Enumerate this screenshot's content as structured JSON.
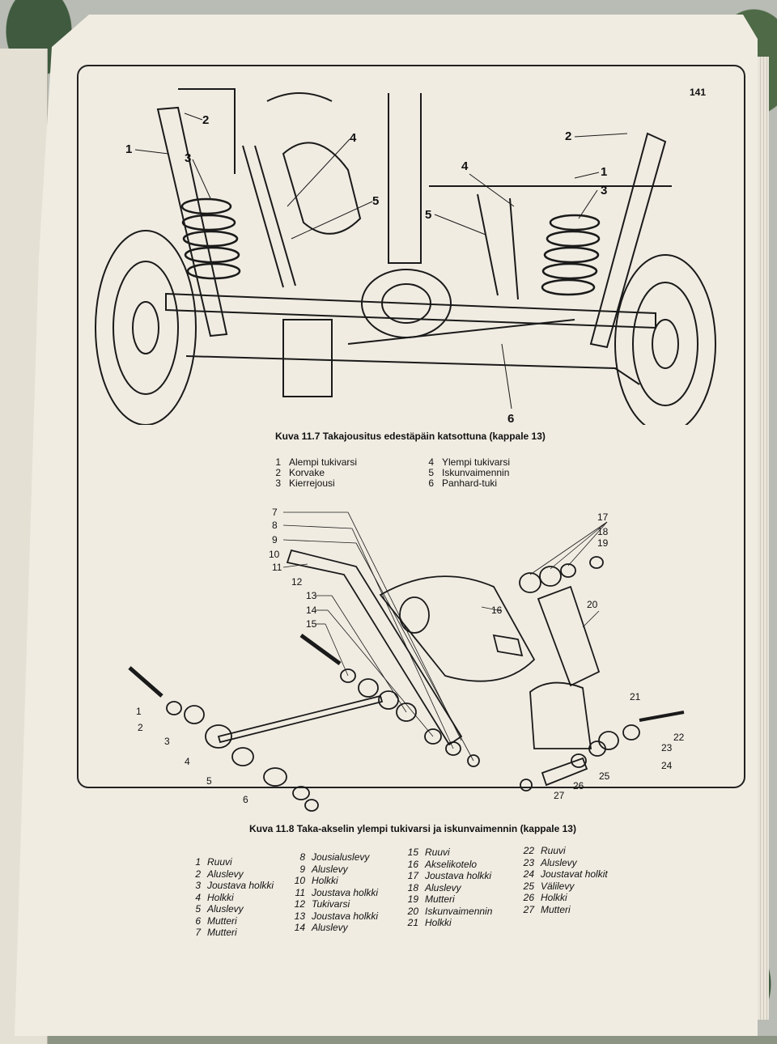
{
  "page_number": "141",
  "figure1": {
    "caption": "Kuva 11.7 Takajousitus edestäpäin katsottuna (kappale 13)",
    "legend_left": [
      {
        "n": "1",
        "label": "Alempi tukivarsi"
      },
      {
        "n": "2",
        "label": "Korvake"
      },
      {
        "n": "3",
        "label": "Kierrejousi"
      }
    ],
    "legend_right": [
      {
        "n": "4",
        "label": "Ylempi tukivarsi"
      },
      {
        "n": "5",
        "label": "Iskunvaimennin"
      },
      {
        "n": "6",
        "label": "Panhard-tuki"
      }
    ],
    "callouts_left": [
      "1",
      "2",
      "3",
      "4",
      "5"
    ],
    "callouts_right": [
      "2",
      "1",
      "3",
      "4",
      "5"
    ],
    "callout_bottom": "6"
  },
  "figure2": {
    "caption": "Kuva 11.8 Taka-akselin ylempi tukivarsi ja iskunvaimennin (kappale 13)",
    "callouts_left": [
      "7",
      "8",
      "9",
      "10",
      "11",
      "12",
      "13",
      "14",
      "15"
    ],
    "callouts_misc": [
      "1",
      "2",
      "3",
      "4",
      "5",
      "6",
      "16",
      "17",
      "18",
      "19",
      "20",
      "21",
      "22",
      "23",
      "24",
      "25",
      "26",
      "27"
    ],
    "legend": [
      [
        {
          "n": "1",
          "label": "Ruuvi"
        },
        {
          "n": "2",
          "label": "Aluslevy"
        },
        {
          "n": "3",
          "label": "Joustava holkki"
        },
        {
          "n": "4",
          "label": "Holkki"
        },
        {
          "n": "5",
          "label": "Aluslevy"
        },
        {
          "n": "6",
          "label": "Mutteri"
        },
        {
          "n": "7",
          "label": "Mutteri"
        }
      ],
      [
        {
          "n": "8",
          "label": "Jousialuslevy"
        },
        {
          "n": "9",
          "label": "Aluslevy"
        },
        {
          "n": "10",
          "label": "Holkki"
        },
        {
          "n": "11",
          "label": "Joustava holkki"
        },
        {
          "n": "12",
          "label": "Tukivarsi"
        },
        {
          "n": "13",
          "label": "Joustava holkki"
        },
        {
          "n": "14",
          "label": "Aluslevy"
        }
      ],
      [
        {
          "n": "15",
          "label": "Ruuvi"
        },
        {
          "n": "16",
          "label": "Akselikotelo"
        },
        {
          "n": "17",
          "label": "Joustava holkki"
        },
        {
          "n": "18",
          "label": "Aluslevy"
        },
        {
          "n": "19",
          "label": "Mutteri"
        },
        {
          "n": "20",
          "label": "Iskunvaimennin"
        },
        {
          "n": "21",
          "label": "Holkki"
        }
      ],
      [
        {
          "n": "22",
          "label": "Ruuvi"
        },
        {
          "n": "23",
          "label": "Aluslevy"
        },
        {
          "n": "24",
          "label": "Joustavat holkit"
        },
        {
          "n": "25",
          "label": "Välilevy"
        },
        {
          "n": "26",
          "label": "Holkki"
        },
        {
          "n": "27",
          "label": "Mutteri"
        }
      ]
    ]
  }
}
